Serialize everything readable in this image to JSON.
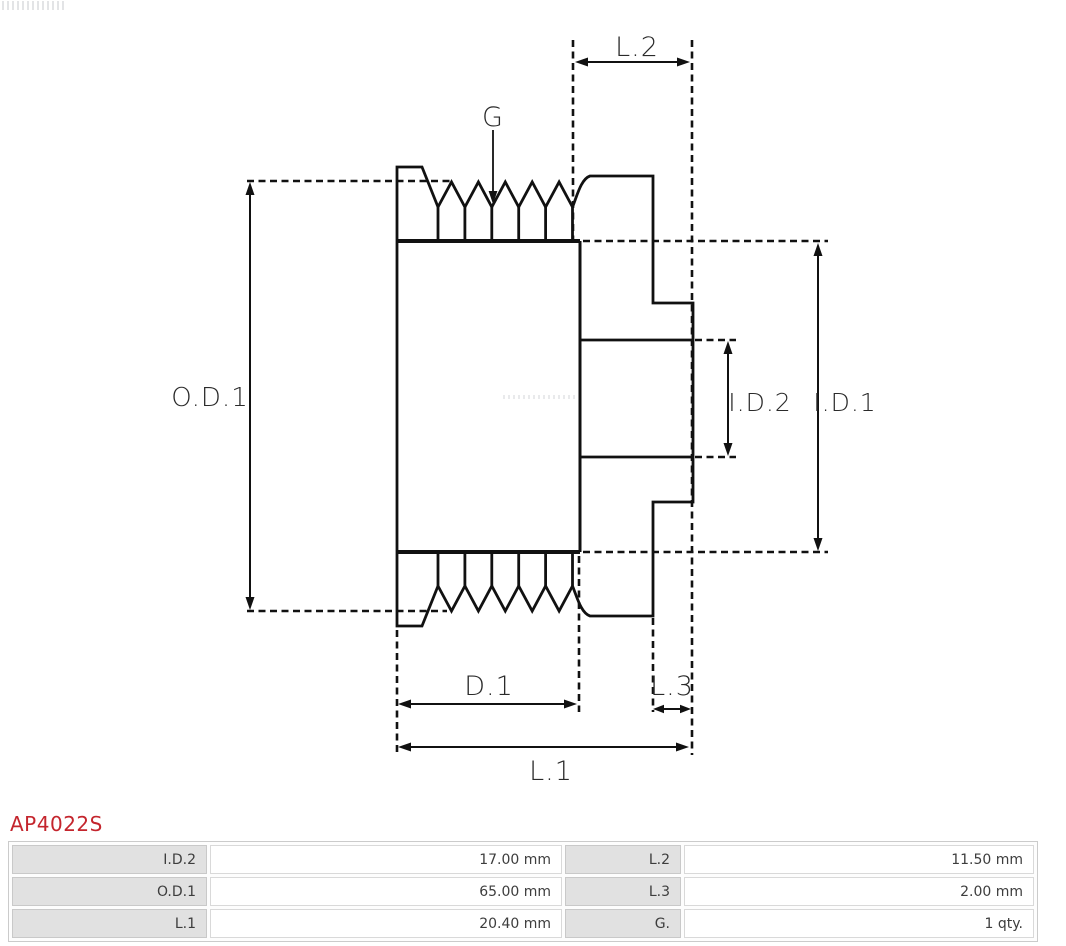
{
  "part": {
    "number": "AP4022S"
  },
  "colors": {
    "accent_red": "#c4252d",
    "drawing_line": "#111111",
    "table_label_bg": "#e1e1e1",
    "table_border": "#cbcbcb",
    "text": "#3d3d3d"
  },
  "drawing": {
    "type": "alternator-pulley-cross-section",
    "groove_count_drawn": 6,
    "labels": {
      "od1": "O.D.1",
      "id1": "I.D.1",
      "id2": "I.D.2",
      "l1": "L.1",
      "l2": "L.2",
      "l3": "L.3",
      "d1": "D.1",
      "g": "G"
    }
  },
  "spec_table": {
    "rows": [
      {
        "label1": "I.D.2",
        "value1": "17.00 mm",
        "label2": "L.2",
        "value2": "11.50 mm"
      },
      {
        "label1": "O.D.1",
        "value1": "65.00 mm",
        "label2": "L.3",
        "value2": "2.00 mm"
      },
      {
        "label1": "L.1",
        "value1": "20.40 mm",
        "label2": "G.",
        "value2": "1 qty."
      }
    ]
  }
}
